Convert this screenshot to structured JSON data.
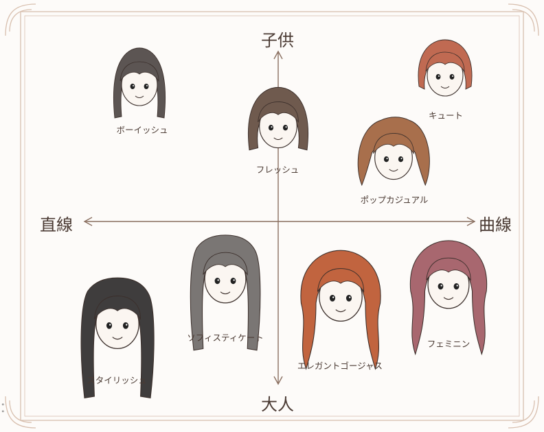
{
  "axes": {
    "top": "子供",
    "bottom": "大人",
    "left": "直線",
    "right": "曲線"
  },
  "types": [
    {
      "label": "ボーイッシュ",
      "hair": "#5c5553",
      "style": "straight-short"
    },
    {
      "label": "フレッシュ",
      "hair": "#6f5a4e",
      "style": "bob"
    },
    {
      "label": "キュート",
      "hair": "#c06a52",
      "style": "short-bob"
    },
    {
      "label": "ポップカジュアル",
      "hair": "#a86f4c",
      "style": "curly"
    },
    {
      "label": "ソフィスティケート",
      "hair": "#7a7674",
      "style": "straight-long"
    },
    {
      "label": "スタイリッシュ",
      "hair": "#3f3d3d",
      "style": "straight-long"
    },
    {
      "label": "エレガントゴージャス",
      "hair": "#c1643f",
      "style": "wavy-long"
    },
    {
      "label": "フェミニン",
      "hair": "#a8676f",
      "style": "wavy-long"
    }
  ],
  "colors": {
    "frame": "#d8bfae",
    "axis": "#8a6f60",
    "text": "#4a3a33",
    "skin": "#fbf6f1"
  }
}
